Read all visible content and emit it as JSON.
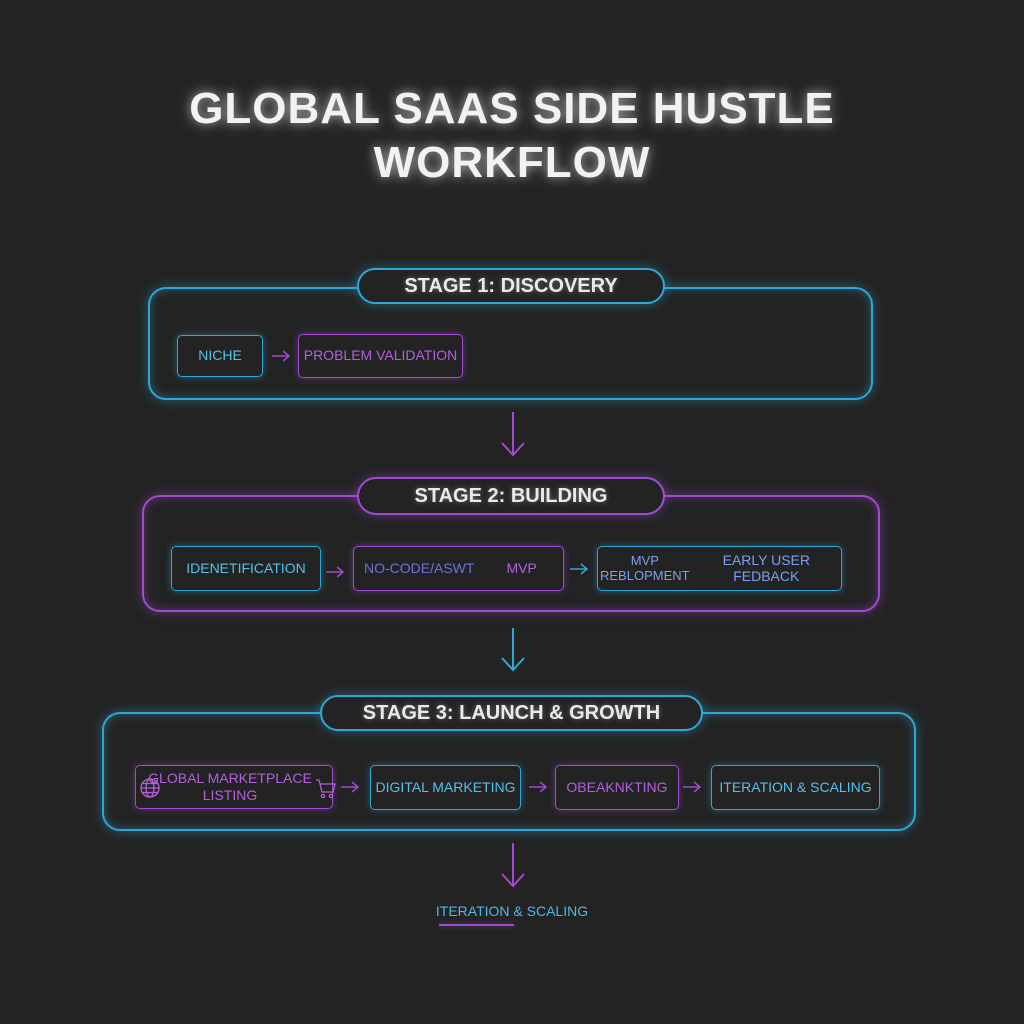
{
  "title": {
    "line1": "GLOBAL SAAS SIDE HUSTLE",
    "line2": "WORKFLOW"
  },
  "stages": [
    {
      "label": "STAGE 1: DISCOVERY",
      "nodes": [
        "NICHE",
        "PROBLEM VALIDATION"
      ]
    },
    {
      "label": "STAGE 2: BUILDING",
      "nodes": [
        "IDENETIFICATION",
        "NO-CODE/ASWT",
        "MVP",
        "MVP",
        "REBLOPMENT",
        "EARLY USER FEDBACK"
      ]
    },
    {
      "label": "STAGE 3: LAUNCH & GROWTH",
      "nodes": [
        "GLOBAL MARKETPLACE",
        "LISTING",
        "DIGITAL MARKETING",
        "OBEAKNKTING",
        "ITERATION & SCALING"
      ]
    }
  ],
  "final": {
    "label": "ITERATION & SCALING"
  },
  "icons": {
    "globe": "globe-icon",
    "cart": "shopping-cart-icon"
  },
  "colors": {
    "blue": "#2fa7d6",
    "purple": "#a14bd2",
    "background": "#232323"
  }
}
